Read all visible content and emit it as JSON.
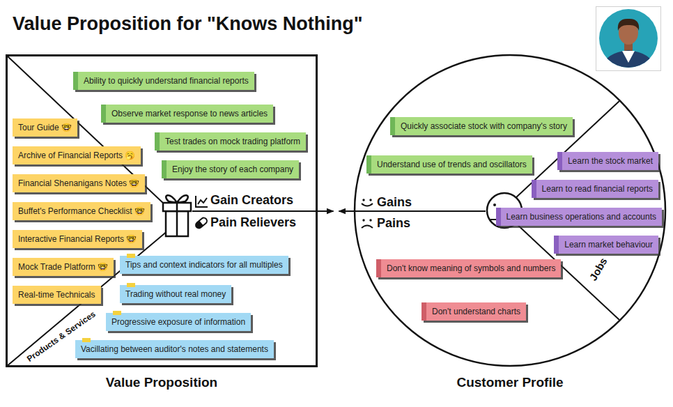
{
  "diagram": {
    "title": "Value Proposition for \"Knows Nothing\"",
    "nodes": [
      {
        "text": [
          "Value Proposition"
        ]
      },
      {
        "text": [
          "Ability to quickly understand financial reports"
        ],
        "in": 0
      },
      {
        "text": [
          "Observe market response to news articles"
        ],
        "in": 0
      },
      {
        "text": [
          "Test trades on mock trading platform"
        ],
        "in": 0
      },
      {
        "text": [
          "Enjoy the story of each company"
        ],
        "in": 0
      },
      {
        "text": [
          "Tour Guide 🤓"
        ],
        "in": 0
      },
      {
        "text": [
          "Archive of Financial Reports 🥱"
        ],
        "in": 0
      },
      {
        "text": [
          "Financial Shenanigans Notes 🤓"
        ],
        "in": 0
      },
      {
        "text": [
          "Buffet's Performance Checklist 🤓"
        ],
        "in": 0
      },
      {
        "text": [
          "Interactive Financial Reports 🤓"
        ],
        "in": 0
      },
      {
        "text": [
          "Mock Trade Platform 🤓"
        ],
        "in": 0
      },
      {
        "text": [
          "Real-time Technicals"
        ],
        "in": 0
      },
      {
        "text": [
          "Tips and context indicators for all multiples"
        ],
        "in": 0
      },
      {
        "text": [
          "Trading without real money"
        ],
        "in": 0
      },
      {
        "text": [
          "Progressive exposure of information"
        ],
        "in": 0
      },
      {
        "text": [
          "Vacillating between auditor's notes and statements"
        ],
        "in": 0
      },
      {
        "text": [
          "Customer Profile"
        ]
      },
      {
        "text": [
          "Quickly associate stock with company's story"
        ],
        "in": 16
      },
      {
        "text": [
          "Understand use of trends and oscillators"
        ],
        "in": 16
      },
      {
        "text": [
          "Learn the stock market"
        ],
        "in": 16
      },
      {
        "text": [
          "Learn to read financial reports"
        ],
        "in": 16
      },
      {
        "text": [
          "Learn business operations and accounts"
        ],
        "in": 16
      },
      {
        "text": [
          "Learn market behaviour"
        ],
        "in": 16
      },
      {
        "text": [
          "Don't know meaning of symbols and numbers"
        ],
        "in": 16
      },
      {
        "text": [
          "Don't understand charts"
        ],
        "in": 16
      }
    ],
    "edges": [
      {
        "from": 0,
        "to": 16,
        "arrow": "both"
      }
    ],
    "labels": [
      "Gain Creators",
      "Pain Relievers",
      "Products & Services",
      "Gains",
      "Pains",
      "Jobs"
    ]
  }
}
